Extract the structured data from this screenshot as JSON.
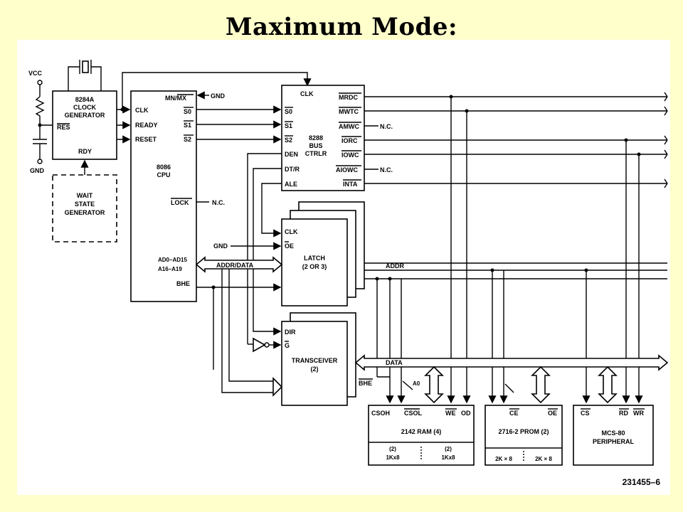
{
  "title": "Maximum Mode:",
  "figure_id": "231455–6",
  "clock_gen": {
    "name": "8284A",
    "sub1": "CLOCK",
    "sub2": "GENERATOR",
    "res": "RES",
    "rdy": "RDY",
    "vcc": "VCC",
    "gnd": "GND"
  },
  "wait_gen": {
    "l1": "WAIT",
    "l2": "STATE",
    "l3": "GENERATOR"
  },
  "cpu": {
    "name": "8086",
    "sub": "CPU",
    "pins": {
      "mnmx": "MN/MX",
      "s0": "S0",
      "s1": "S1",
      "s2": "S2",
      "clk": "CLK",
      "ready": "READY",
      "reset": "RESET",
      "lock": "LOCK",
      "ad": "AD0–AD15",
      "a": "A16–A19",
      "bhe": "BHE"
    },
    "gnd": "GND",
    "nc": "N.C."
  },
  "bus_ctrl": {
    "name": "8288",
    "sub1": "BUS",
    "sub2": "CTRLR",
    "pins": {
      "clk": "CLK",
      "s0": "S0",
      "s1": "S1",
      "s2": "S2",
      "den": "DEN",
      "dtr": "DT/R",
      "ale": "ALE",
      "mrdc": "MRDC",
      "mwtc": "MWTC",
      "amwc": "AMWC",
      "iorc": "IORC",
      "iowc": "IOWC",
      "aiowc": "AIOWC",
      "inta": "INTA"
    },
    "nc1": "N.C.",
    "nc2": "N.C."
  },
  "latch": {
    "clk": "CLK",
    "oe": "OE",
    "name": "LATCH",
    "sub": "(2 OR 3)",
    "gnd": "GND"
  },
  "transceiver": {
    "dir": "DIR",
    "g": "G",
    "name": "TRANSCEIVER",
    "sub": "(2)"
  },
  "buses": {
    "addr_data": "ADDR/DATA",
    "addr": "ADDR",
    "data": "DATA",
    "bhe": "BHE",
    "a0": "A0"
  },
  "ram": {
    "name": "2142 RAM (4)",
    "pins": {
      "csoh": "CSOH",
      "csol": "CSOL",
      "we": "WE",
      "od": "OD"
    },
    "left_count": "(2)",
    "left_size": "1Kx8",
    "right_count": "(2)",
    "right_size": "1Kx8"
  },
  "prom": {
    "name": "2716-2 PROM (2)",
    "pins": {
      "ce": "CE",
      "oe": "OE"
    },
    "left_size": "2K × 8",
    "right_size": "2K × 8"
  },
  "peripheral": {
    "name1": "MCS-80",
    "name2": "PERIPHERAL",
    "pins": {
      "cs": "CS",
      "rd": "RD",
      "wr": "WR"
    }
  }
}
